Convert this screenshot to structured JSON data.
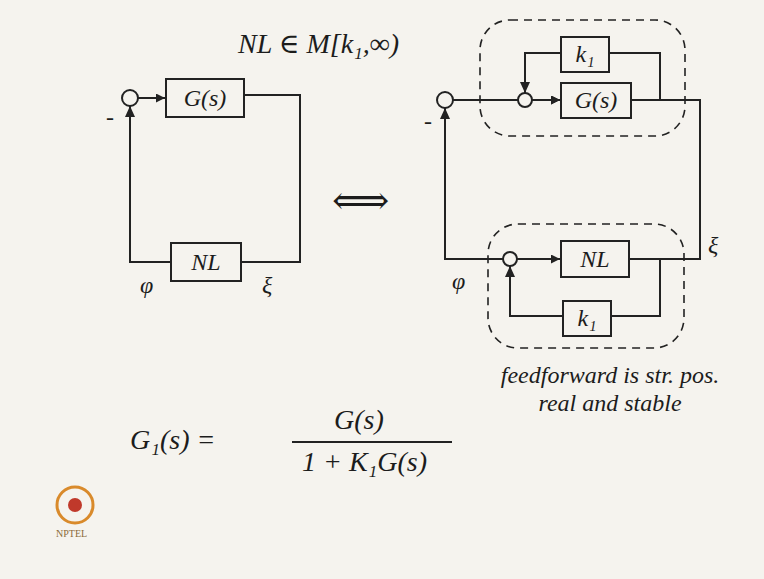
{
  "diagram": {
    "nodes": [
      {
        "text": [
          "G(s)"
        ]
      },
      {
        "text": [
          "NL"
        ]
      },
      {
        "text": [
          "k₁"
        ]
      },
      {
        "text": [
          "G(s)"
        ]
      },
      {
        "text": [
          "NL"
        ]
      },
      {
        "text": [
          "k₁"
        ]
      }
    ],
    "edges": [
      {
        "from": 0,
        "to": 1,
        "arrow": "none"
      },
      {
        "from": 1,
        "to": 0,
        "arrow": "to"
      },
      {
        "from": 3,
        "to": 2,
        "arrow": "none"
      },
      {
        "from": 2,
        "to": 3,
        "arrow": "to"
      },
      {
        "from": 3,
        "to": 4,
        "arrow": "none"
      },
      {
        "from": 4,
        "to": 3,
        "arrow": "to"
      },
      {
        "from": 4,
        "to": 5,
        "arrow": "none"
      },
      {
        "from": 5,
        "to": 4,
        "arrow": "to"
      }
    ],
    "labels": [
      "NL ∈ M[k₁,∞)",
      "-",
      "φ",
      "ξ",
      "⟺",
      "-",
      "φ",
      "ξ",
      "G₁(s) =",
      "G(s)",
      "1 + K₁G(s)",
      "feedforward is str. pos. real and stable",
      "NPTEL"
    ]
  }
}
